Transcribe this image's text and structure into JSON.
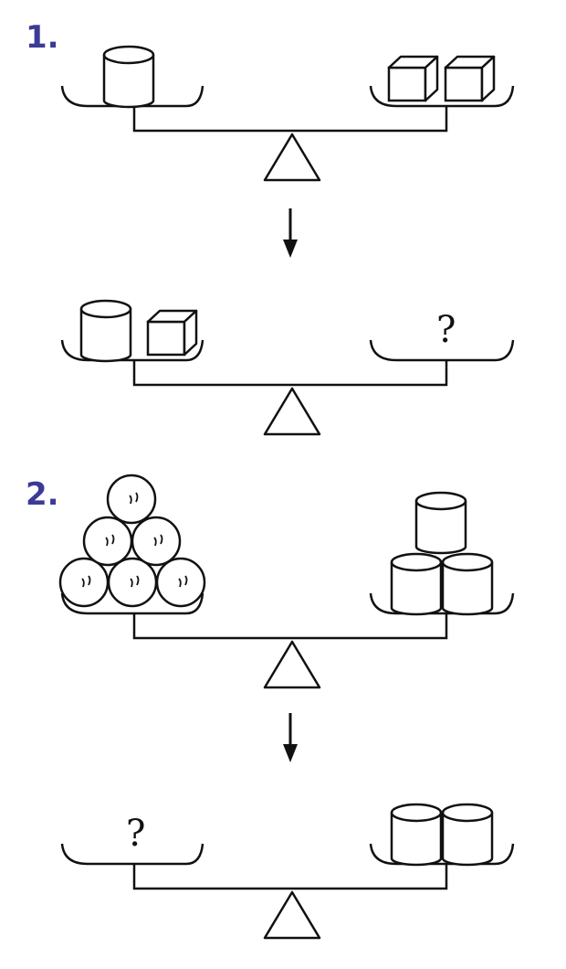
{
  "colors": {
    "ink": "#111111",
    "number": "#3b3b96",
    "background": "#ffffff"
  },
  "puzzles": [
    {
      "number": "1.",
      "before": {
        "left": [
          "cylinder"
        ],
        "right": [
          "cube",
          "cube"
        ]
      },
      "after": {
        "left": [
          "cylinder",
          "cube"
        ],
        "right_label": "?"
      }
    },
    {
      "number": "2.",
      "before": {
        "left": [
          "ball",
          "ball",
          "ball",
          "ball",
          "ball",
          "ball"
        ],
        "right": [
          "cylinder",
          "cylinder",
          "cylinder"
        ]
      },
      "after": {
        "left_label": "?",
        "right": [
          "cylinder",
          "cylinder"
        ]
      }
    }
  ],
  "icons": {
    "arrow": "down-arrow-icon",
    "fulcrum": "triangle-fulcrum-icon"
  }
}
